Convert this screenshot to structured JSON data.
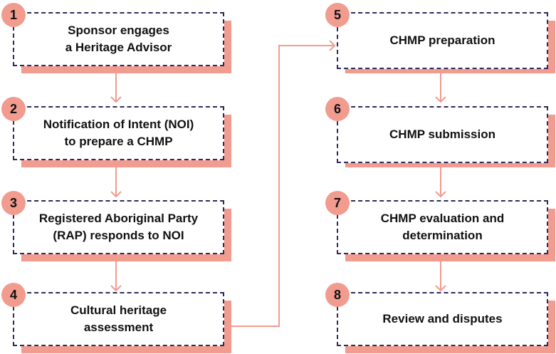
{
  "colors": {
    "accent": "#f29b8f",
    "border": "#2e2a5c",
    "text": "#111111"
  },
  "steps": [
    {
      "num": "1",
      "label": "Sponsor engages\na Heritage Advisor"
    },
    {
      "num": "2",
      "label": "Notification of Intent (NOI)\nto prepare a CHMP"
    },
    {
      "num": "3",
      "label": "Registered Aboriginal Party\n(RAP) responds to NOI"
    },
    {
      "num": "4",
      "label": "Cultural heritage\nassessment"
    },
    {
      "num": "5",
      "label": "CHMP preparation"
    },
    {
      "num": "6",
      "label": "CHMP submission"
    },
    {
      "num": "7",
      "label": "CHMP evaluation and\ndetermination"
    },
    {
      "num": "8",
      "label": "Review and disputes"
    }
  ]
}
